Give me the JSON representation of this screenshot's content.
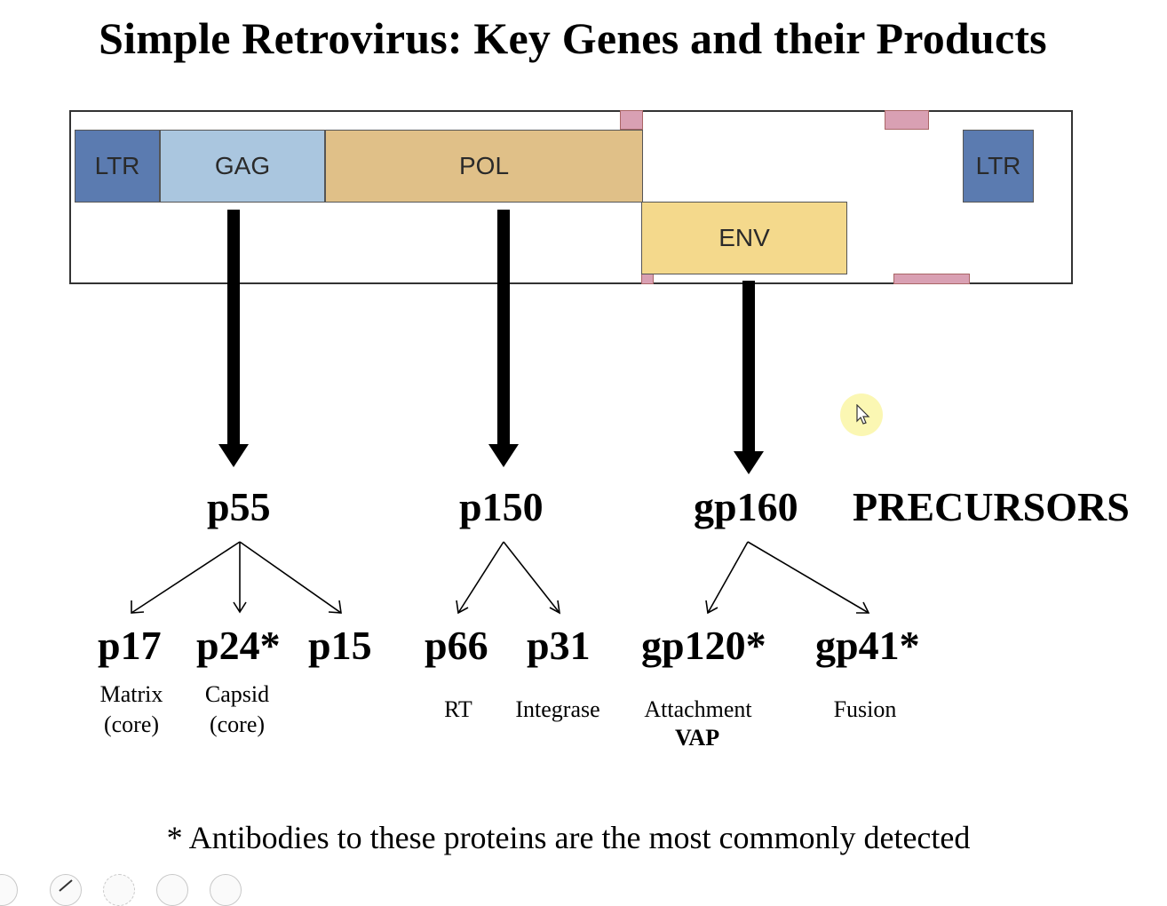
{
  "title": "Simple Retrovirus: Key Genes and their Products",
  "genome": {
    "genes": [
      "LTR",
      "GAG",
      "POL",
      "ENV",
      "LTR"
    ],
    "colors": {
      "ltr": "#5b7bb0",
      "gag": "#aac6df",
      "pol": "#e0c088",
      "env": "#f4d98c",
      "marker": "#d9a0b3"
    }
  },
  "precursors": {
    "label": "PRECURSORS",
    "gag": "p55",
    "pol": "p150",
    "env": "gp160"
  },
  "products": {
    "p17": {
      "name": "p17",
      "desc1": "Matrix",
      "desc2": "(core)"
    },
    "p24": {
      "name": "p24*",
      "desc1": "Capsid",
      "desc2": "(core)"
    },
    "p15": {
      "name": "p15"
    },
    "p66": {
      "name": "p66",
      "desc1": "RT"
    },
    "p31": {
      "name": "p31",
      "desc1": "Integrase"
    },
    "gp120": {
      "name": "gp120*",
      "desc1": "Attachment",
      "desc2": "VAP"
    },
    "gp41": {
      "name": "gp41*",
      "desc1": "Fusion"
    }
  },
  "footnote": "* Antibodies to these proteins are the most commonly detected"
}
